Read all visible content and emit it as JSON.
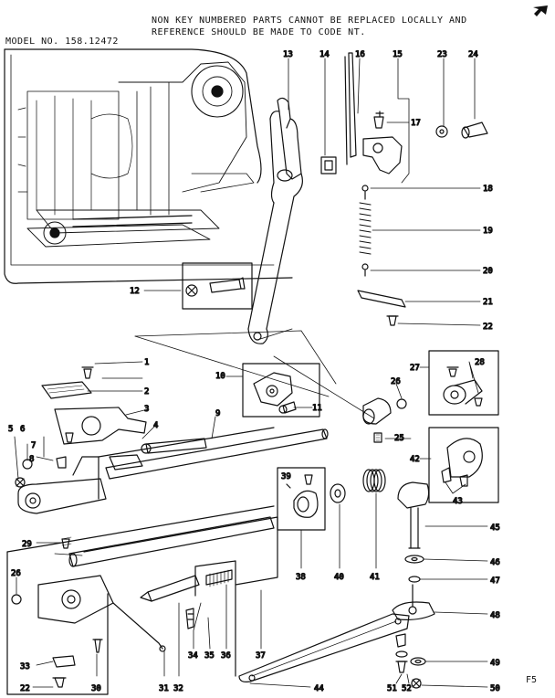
{
  "header": {
    "note_line1": "NON KEY NUMBERED PARTS CANNOT BE REPLACED LOCALLY AND",
    "note_line2": "REFERENCE SHOULD BE MADE TO CODE NT.",
    "model": "MODEL NO. 158.12472"
  },
  "figure_code": "F5",
  "callouts": [
    "1",
    "2",
    "3",
    "4",
    "5",
    "6",
    "7",
    "8",
    "9",
    "10",
    "11",
    "12",
    "13",
    "14",
    "15",
    "16",
    "17",
    "18",
    "19",
    "20",
    "21",
    "22",
    "23",
    "24",
    "25",
    "26",
    "27",
    "28",
    "29",
    "30",
    "31",
    "32",
    "33",
    "34",
    "35",
    "36",
    "37",
    "38",
    "39",
    "40",
    "41",
    "42",
    "43",
    "44",
    "45",
    "46",
    "47",
    "48",
    "49",
    "50",
    "51",
    "52"
  ]
}
